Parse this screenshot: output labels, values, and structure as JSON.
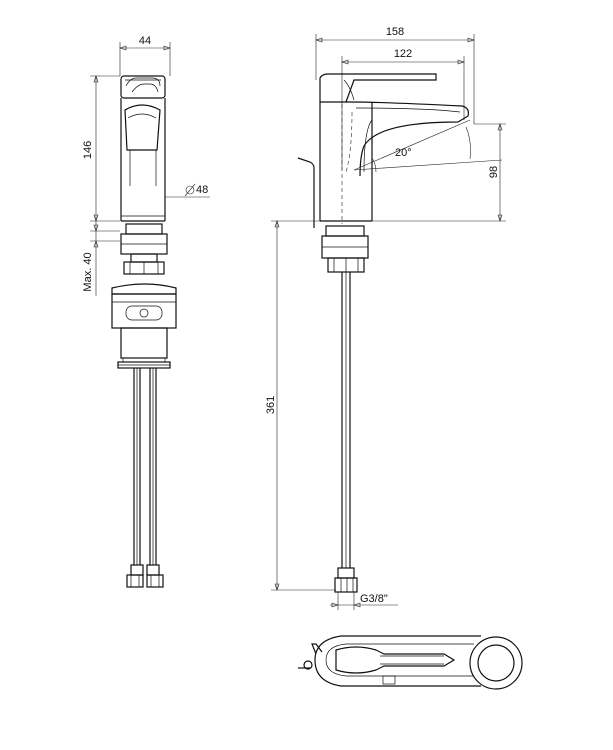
{
  "dimensions": {
    "width_top_front": "44",
    "height_body": "146",
    "diameter_base": "48",
    "max_deck": "Max. 40",
    "total_length": "158",
    "spout_reach": "122",
    "angle": "20°",
    "spout_height": "98",
    "hose_length": "361",
    "thread": "G3/8\""
  }
}
